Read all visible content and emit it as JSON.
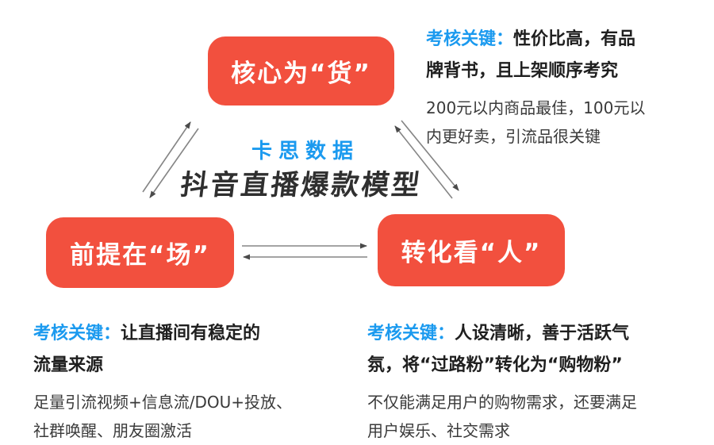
{
  "brand": "卡思数据",
  "title": "抖音直播爆款模型",
  "nodes": {
    "goods": {
      "label": "核心为“货”"
    },
    "venue": {
      "label": "前提在“场”"
    },
    "people": {
      "label": "转化看“人”"
    }
  },
  "annotations": {
    "goods": {
      "label": "考核关键：",
      "highlight": "性价比高，有品\n牌背书，且上架顺序考究",
      "detail": "200元以内商品最佳，100元以\n内更好卖，引流品很关键"
    },
    "venue": {
      "label": "考核关键：",
      "highlight": "让直播间有稳定的\n流量来源",
      "detail": "足量引流视频+信息流/DOU+投放、\n社群唤醒、朋友圈激活"
    },
    "people": {
      "label": "考核关键：",
      "highlight": "人设清晰，善于活跃气\n氛，将“过路粉”转化为“购物粉”",
      "detail": "不仅能满足用户的购物需求，还要满足\n用户娱乐、社交需求"
    }
  },
  "colors": {
    "node_red": "#F2503E",
    "accent_blue": "#1B9AEF",
    "title_dark": "#2F2F2F",
    "arrow_line": "#858585",
    "arrow_head": "#4A4A4A"
  }
}
